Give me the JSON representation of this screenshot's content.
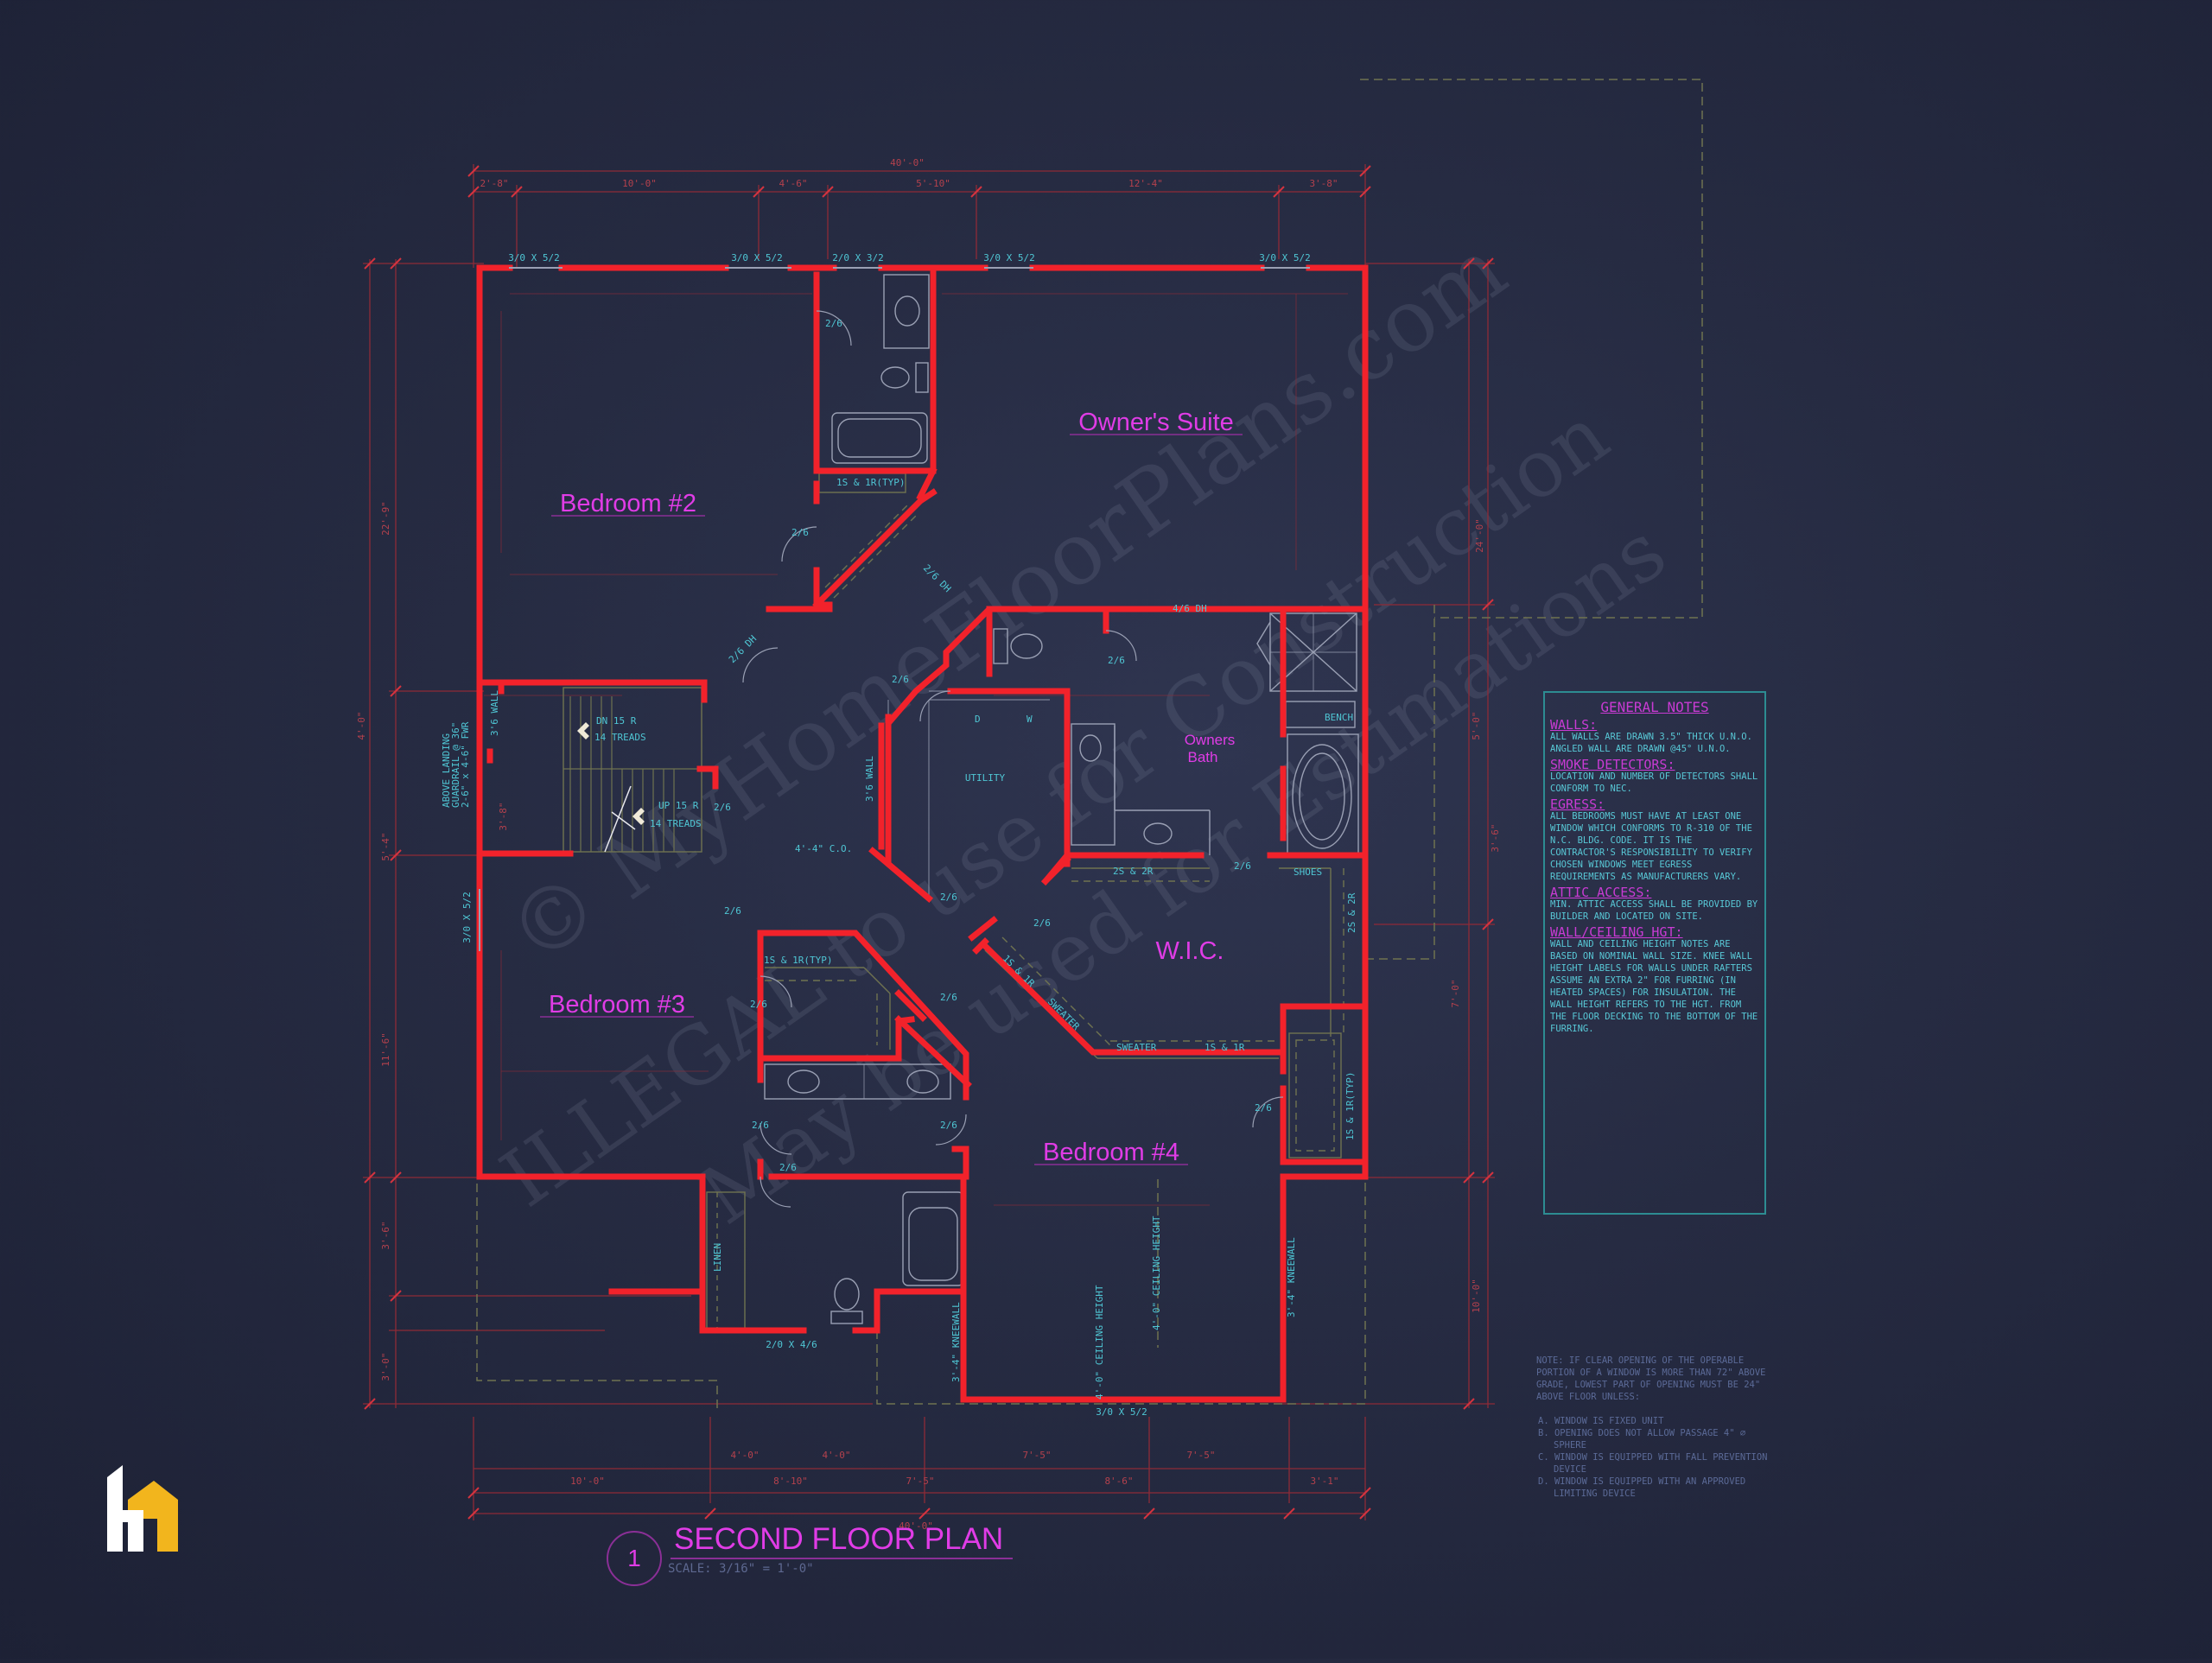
{
  "rooms": {
    "owners_suite": "Owner's Suite",
    "bedroom2": "Bedroom #2",
    "bedroom3": "Bedroom #3",
    "bedroom4": "Bedroom #4",
    "wic": "W.I.C.",
    "owners_bath": "Owners\nBath",
    "utility": "UTILITY"
  },
  "dimensions": {
    "overall_top": "40'-0\"",
    "overall_bottom": "40'-0\"",
    "top_segments": [
      "2'-8\"",
      "10'-0\"",
      "4'-6\"",
      "5'-10\"",
      "12'-4\"",
      "3'-8\""
    ],
    "bottom_segments_outer": [
      "10'-0\"",
      "8'-10\"",
      "7'-5\"",
      "8'-6\"",
      "3'-1\""
    ],
    "bottom_segments_inner": [
      "4'-0\"",
      "4'-0\"",
      "7'-5\"",
      "7'-5\""
    ],
    "left_segments": [
      "22'-9\"",
      "4'-0\"",
      "5'-4\"",
      "3'-8\"",
      "11'-6\"",
      "3'-6\"",
      "3'-0\""
    ],
    "right_segments": [
      "24'-0\"",
      "5'-0\"",
      "3'-6\"",
      "7'-0\"",
      "10'-0\""
    ]
  },
  "windows": {
    "w1": "3/0 X 5/2",
    "w2": "3/0 X 5/2",
    "w3": "2/0 X 3/2",
    "w4": "3/0 X 5/2",
    "w5": "3/0 X 5/2",
    "w6": "3/0 X 5/2",
    "w7": "2/0 X 4/6",
    "w8": "3/0 X 5/2"
  },
  "doors": {
    "d_a": "2/6",
    "d_b": "2/6",
    "d_c": "2/6",
    "d_d": "2/6",
    "d_e": "2/6",
    "d_f": "2/6",
    "d_g": "2/6",
    "d_h": "2/6",
    "d_i": "2/6",
    "d_j": "2/6",
    "d_k": "2/6",
    "d_l": "2/6",
    "d_m": "2/6",
    "d_n": "2/6",
    "d_o": "2/6",
    "d_dh1": "2/6 DH",
    "d_dh2": "2/6 DH",
    "d_dh3": "4/6 DH"
  },
  "annotations": {
    "shelf1": "1S & 1R(TYP)",
    "shelf2": "1S & 1R(TYP)",
    "shelf3": "2S & 2R",
    "shelf4": "1S & 1R",
    "shelf5": "2S & 2R",
    "shelf6": "1S & 1R(TYP)",
    "shelf7": "1S & 1R",
    "sweater1": "SWEATER",
    "sweater2": "SWEATER",
    "shoes": "SHOES",
    "bench": "BENCH",
    "linen": "LINEN",
    "co": "4'-4\" C.O.",
    "dn": "DN 15 R",
    "dn_treads": "14 TREADS",
    "up": "UP 15 R",
    "up_treads": "14 TREADS",
    "wall_36": "3'6 WALL",
    "landing": "ABOVE LANDING\nGUARDRAIL @ 36\"\n2-6\" x 4-6\" FWR",
    "kneewall1": "3'-4\" KNEEWALL",
    "kneewall2": "3'-4\" KNEEWALL",
    "ceiling1": "4'-0\" CEILING HEIGHT",
    "ceiling2": "4'-0\" CEILING HEIGHT",
    "wall_36b": "3'6 WALL",
    "d_label": "D",
    "w_label": "W"
  },
  "watermark": {
    "line1": "© MyHomeFloorPlans.com",
    "line2": "ILLEGAL to use for Construction",
    "line3": "May be used for Estimations"
  },
  "general_notes": {
    "title": "GENERAL NOTES",
    "sections": [
      {
        "head": "WALLS:",
        "body": "ALL WALLS ARE DRAWN 3.5\" THICK U.N.O. ANGLED WALL ARE DRAWN @45° U.N.O."
      },
      {
        "head": "SMOKE DETECTORS:",
        "body": "LOCATION AND NUMBER OF DETECTORS SHALL CONFORM TO NEC."
      },
      {
        "head": "EGRESS:",
        "body": "ALL BEDROOMS MUST HAVE AT LEAST ONE WINDOW WHICH CONFORMS TO R-310 OF THE N.C. BLDG. CODE. IT IS THE CONTRACTOR'S RESPONSIBILITY TO VERIFY CHOSEN WINDOWS MEET EGRESS REQUIREMENTS AS MANUFACTURERS VARY."
      },
      {
        "head": "ATTIC ACCESS:",
        "body": "MIN. ATTIC ACCESS SHALL BE PROVIDED BY BUILDER AND LOCATED ON SITE."
      },
      {
        "head": "WALL/CEILING HGT:",
        "body": "WALL AND CEILING HEIGHT NOTES ARE BASED ON NOMINAL WALL SIZE. KNEE WALL HEIGHT LABELS FOR WALLS UNDER RAFTERS ASSUME AN EXTRA 2\" FOR FURRING (IN HEATED SPACES) FOR INSULATION. THE WALL HEIGHT REFERS TO THE HGT. FROM THE FLOOR DECKING TO THE BOTTOM OF THE FURRING."
      }
    ]
  },
  "window_note": {
    "intro": "NOTE: IF CLEAR OPENING OF THE OPERABLE PORTION OF A WINDOW IS MORE THAN 72\" ABOVE GRADE, LOWEST PART OF OPENING MUST BE 24\" ABOVE FLOOR UNLESS:",
    "items": [
      "A. WINDOW IS FIXED UNIT",
      "B. OPENING DOES NOT ALLOW PASSAGE 4\" ⌀ SPHERE",
      "C. WINDOW IS EQUIPPED WITH FALL PREVENTION DEVICE",
      "D. WINDOW IS EQUIPPED WITH AN APPROVED LIMITING DEVICE"
    ]
  },
  "plan_title": {
    "number": "1",
    "title": "SECOND FLOOR PLAN",
    "scale": "SCALE: 3/16\" = 1'-0\""
  },
  "colors": {
    "wall": "#f2222b",
    "room_label": "#e03ce6",
    "annotation": "#4fc6d4",
    "dimension": "#b4414d",
    "fixture": "#9aa0b4",
    "logo": "#f2b51d"
  }
}
